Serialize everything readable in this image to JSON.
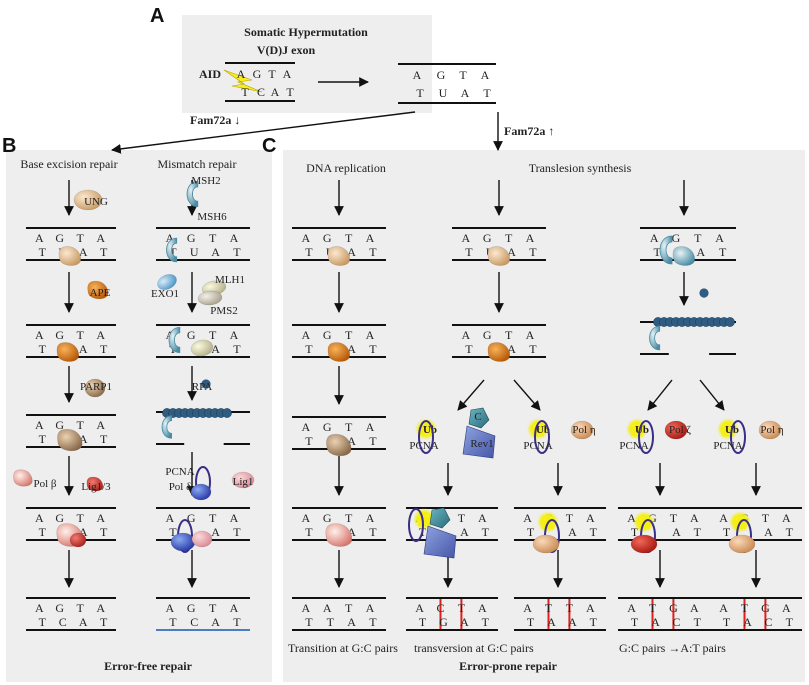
{
  "panels": {
    "a": {
      "letter": "A",
      "title": "Somatic Hypermutation",
      "exon": "V(D)J exon",
      "aid": "AID",
      "top": [
        "A",
        "G",
        "T",
        "A"
      ],
      "bottom": [
        "T",
        "C",
        "A",
        "T"
      ],
      "bottom_after": [
        "T",
        "U",
        "A",
        "T"
      ]
    },
    "b": {
      "letter": "B",
      "col1_title": "Base excision repair",
      "col2_title": "Mismatch repair",
      "footer": "Error-free repair",
      "enzymes": {
        "ung": "UNG",
        "ape": "APE",
        "parp1": "PARP1",
        "pol_beta": "Pol β",
        "lig13": "Lig1/3",
        "msh2": "MSH2",
        "msh6": "MSH6",
        "mlh1": "MLH1",
        "pms2": "PMS2",
        "exo1": "EXO1",
        "rpa": "RPA",
        "pcna": "PCNA",
        "pol_delta": "Pol δ",
        "lig1": "Lig1"
      },
      "result1_top": [
        "A",
        "G",
        "T",
        "A"
      ],
      "result1_bottom": [
        "T",
        "C",
        "A",
        "T"
      ],
      "result2_top": [
        "A",
        "G",
        "T",
        "A"
      ],
      "result2_bottom": [
        "T",
        "C",
        "A",
        "T"
      ]
    },
    "c": {
      "letter": "C",
      "col1_title": "DNA replication",
      "col2_title": "Translesion synthesis",
      "footer": "Error-prone repair",
      "enzymes": {
        "ub": "Ub",
        "pcna": "PCNA",
        "rev1": "Rev1",
        "rev1_glyph": "C",
        "pol_eta": "Pol η",
        "pol_zeta": "Pol ζ"
      },
      "result_transition": {
        "top": [
          "A",
          "A",
          "T",
          "A"
        ],
        "bottom": [
          "T",
          "T",
          "A",
          "T"
        ]
      },
      "result_rev1": {
        "top": [
          "A",
          "C",
          "T",
          "A"
        ],
        "bottom": [
          "T",
          "G",
          "A",
          "T"
        ]
      },
      "result_poleta1": {
        "top": [
          "A",
          "T",
          "T",
          "A"
        ],
        "bottom": [
          "T",
          "A",
          "A",
          "T"
        ]
      },
      "result_polzeta": {
        "top": [
          "A",
          "T",
          "G",
          "A"
        ],
        "bottom": [
          "T",
          "A",
          "C",
          "T"
        ]
      },
      "result_poleta2": {
        "top": [
          "A",
          "T",
          "G",
          "A"
        ],
        "bottom": [
          "T",
          "A",
          "C",
          "T"
        ]
      },
      "bottom_labels": [
        "Transition at G:C pairs",
        "transversion at G:C pairs",
        "G:C pairs →A:T pairs"
      ]
    }
  },
  "transitions": {
    "fam_down": "Fam72a ↓",
    "fam_up": "Fam72a ↑"
  },
  "dna": {
    "top": [
      "A",
      "G",
      "T",
      "A"
    ],
    "bottom_u": [
      "T",
      "U",
      "A",
      "T"
    ],
    "bottom_blank": [
      "T",
      "",
      "A",
      "T"
    ]
  },
  "colors": {
    "panel_bg": "#eeeeee",
    "mutation": "#e0201a",
    "repair_blue": "#4a7cc0",
    "pcna_ring": "#3a2f86"
  }
}
